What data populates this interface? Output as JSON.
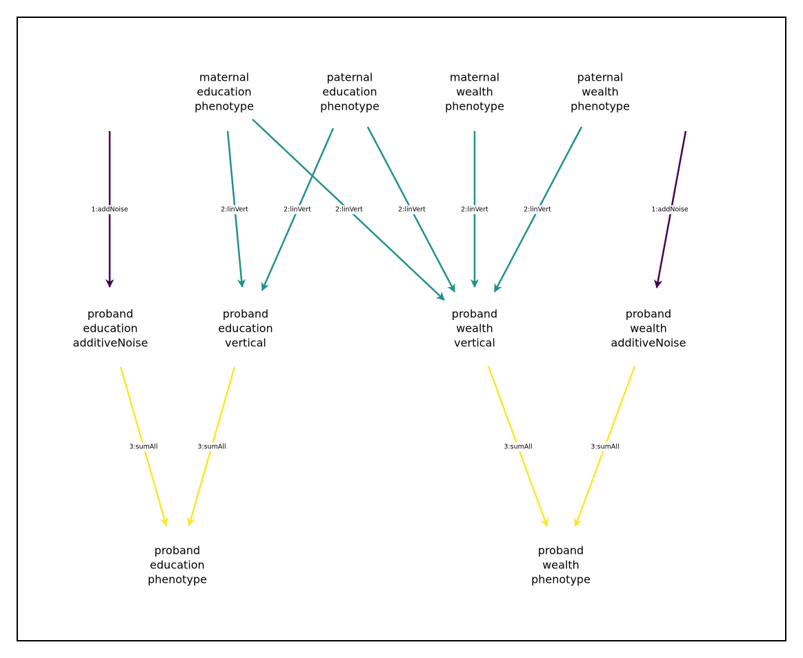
{
  "colors": {
    "addNoise": "#440154",
    "linVert": "#21918c",
    "sumAll": "#fde725"
  },
  "nodes": [
    {
      "id": "mat_edu",
      "lines": [
        "maternal",
        "education",
        "phenotype"
      ]
    },
    {
      "id": "pat_edu",
      "lines": [
        "paternal",
        "education",
        "phenotype"
      ]
    },
    {
      "id": "mat_wealth",
      "lines": [
        "maternal",
        "wealth",
        "phenotype"
      ]
    },
    {
      "id": "pat_wealth",
      "lines": [
        "paternal",
        "wealth",
        "phenotype"
      ]
    },
    {
      "id": "pb_edu_noise",
      "lines": [
        "proband",
        "education",
        "additiveNoise"
      ]
    },
    {
      "id": "pb_edu_vert",
      "lines": [
        "proband",
        "education",
        "vertical"
      ]
    },
    {
      "id": "pb_wealth_vert",
      "lines": [
        "proband",
        "wealth",
        "vertical"
      ]
    },
    {
      "id": "pb_wealth_noise",
      "lines": [
        "proband",
        "wealth",
        "additiveNoise"
      ]
    },
    {
      "id": "pb_edu_pheno",
      "lines": [
        "proband",
        "education",
        "phenotype"
      ]
    },
    {
      "id": "pb_wealth_pheno",
      "lines": [
        "proband",
        "wealth",
        "phenotype"
      ]
    }
  ],
  "edges": [
    {
      "from": null,
      "to": "pb_edu_noise",
      "label": "1:addNoise",
      "type": "addNoise"
    },
    {
      "from": "mat_edu",
      "to": "pb_edu_vert",
      "label": "2:linVert",
      "type": "linVert"
    },
    {
      "from": "pat_edu",
      "to": "pb_edu_vert",
      "label": "2:linVert",
      "type": "linVert"
    },
    {
      "from": "mat_edu",
      "to": "pb_wealth_vert",
      "label": "2:linVert",
      "type": "linVert"
    },
    {
      "from": "pat_edu",
      "to": "pb_wealth_vert",
      "label": "2:linVert",
      "type": "linVert"
    },
    {
      "from": "mat_wealth",
      "to": "pb_wealth_vert",
      "label": "2:linVert",
      "type": "linVert"
    },
    {
      "from": "pat_wealth",
      "to": "pb_wealth_vert",
      "label": "2:linVert",
      "type": "linVert"
    },
    {
      "from": null,
      "to": "pb_wealth_noise",
      "label": "1:addNoise",
      "type": "addNoise"
    },
    {
      "from": "pb_edu_noise",
      "to": "pb_edu_pheno",
      "label": "3:sumAll",
      "type": "sumAll"
    },
    {
      "from": "pb_edu_vert",
      "to": "pb_edu_pheno",
      "label": "3:sumAll",
      "type": "sumAll"
    },
    {
      "from": "pb_wealth_vert",
      "to": "pb_wealth_pheno",
      "label": "3:sumAll",
      "type": "sumAll"
    },
    {
      "from": "pb_wealth_noise",
      "to": "pb_wealth_pheno",
      "label": "3:sumAll",
      "type": "sumAll"
    }
  ]
}
